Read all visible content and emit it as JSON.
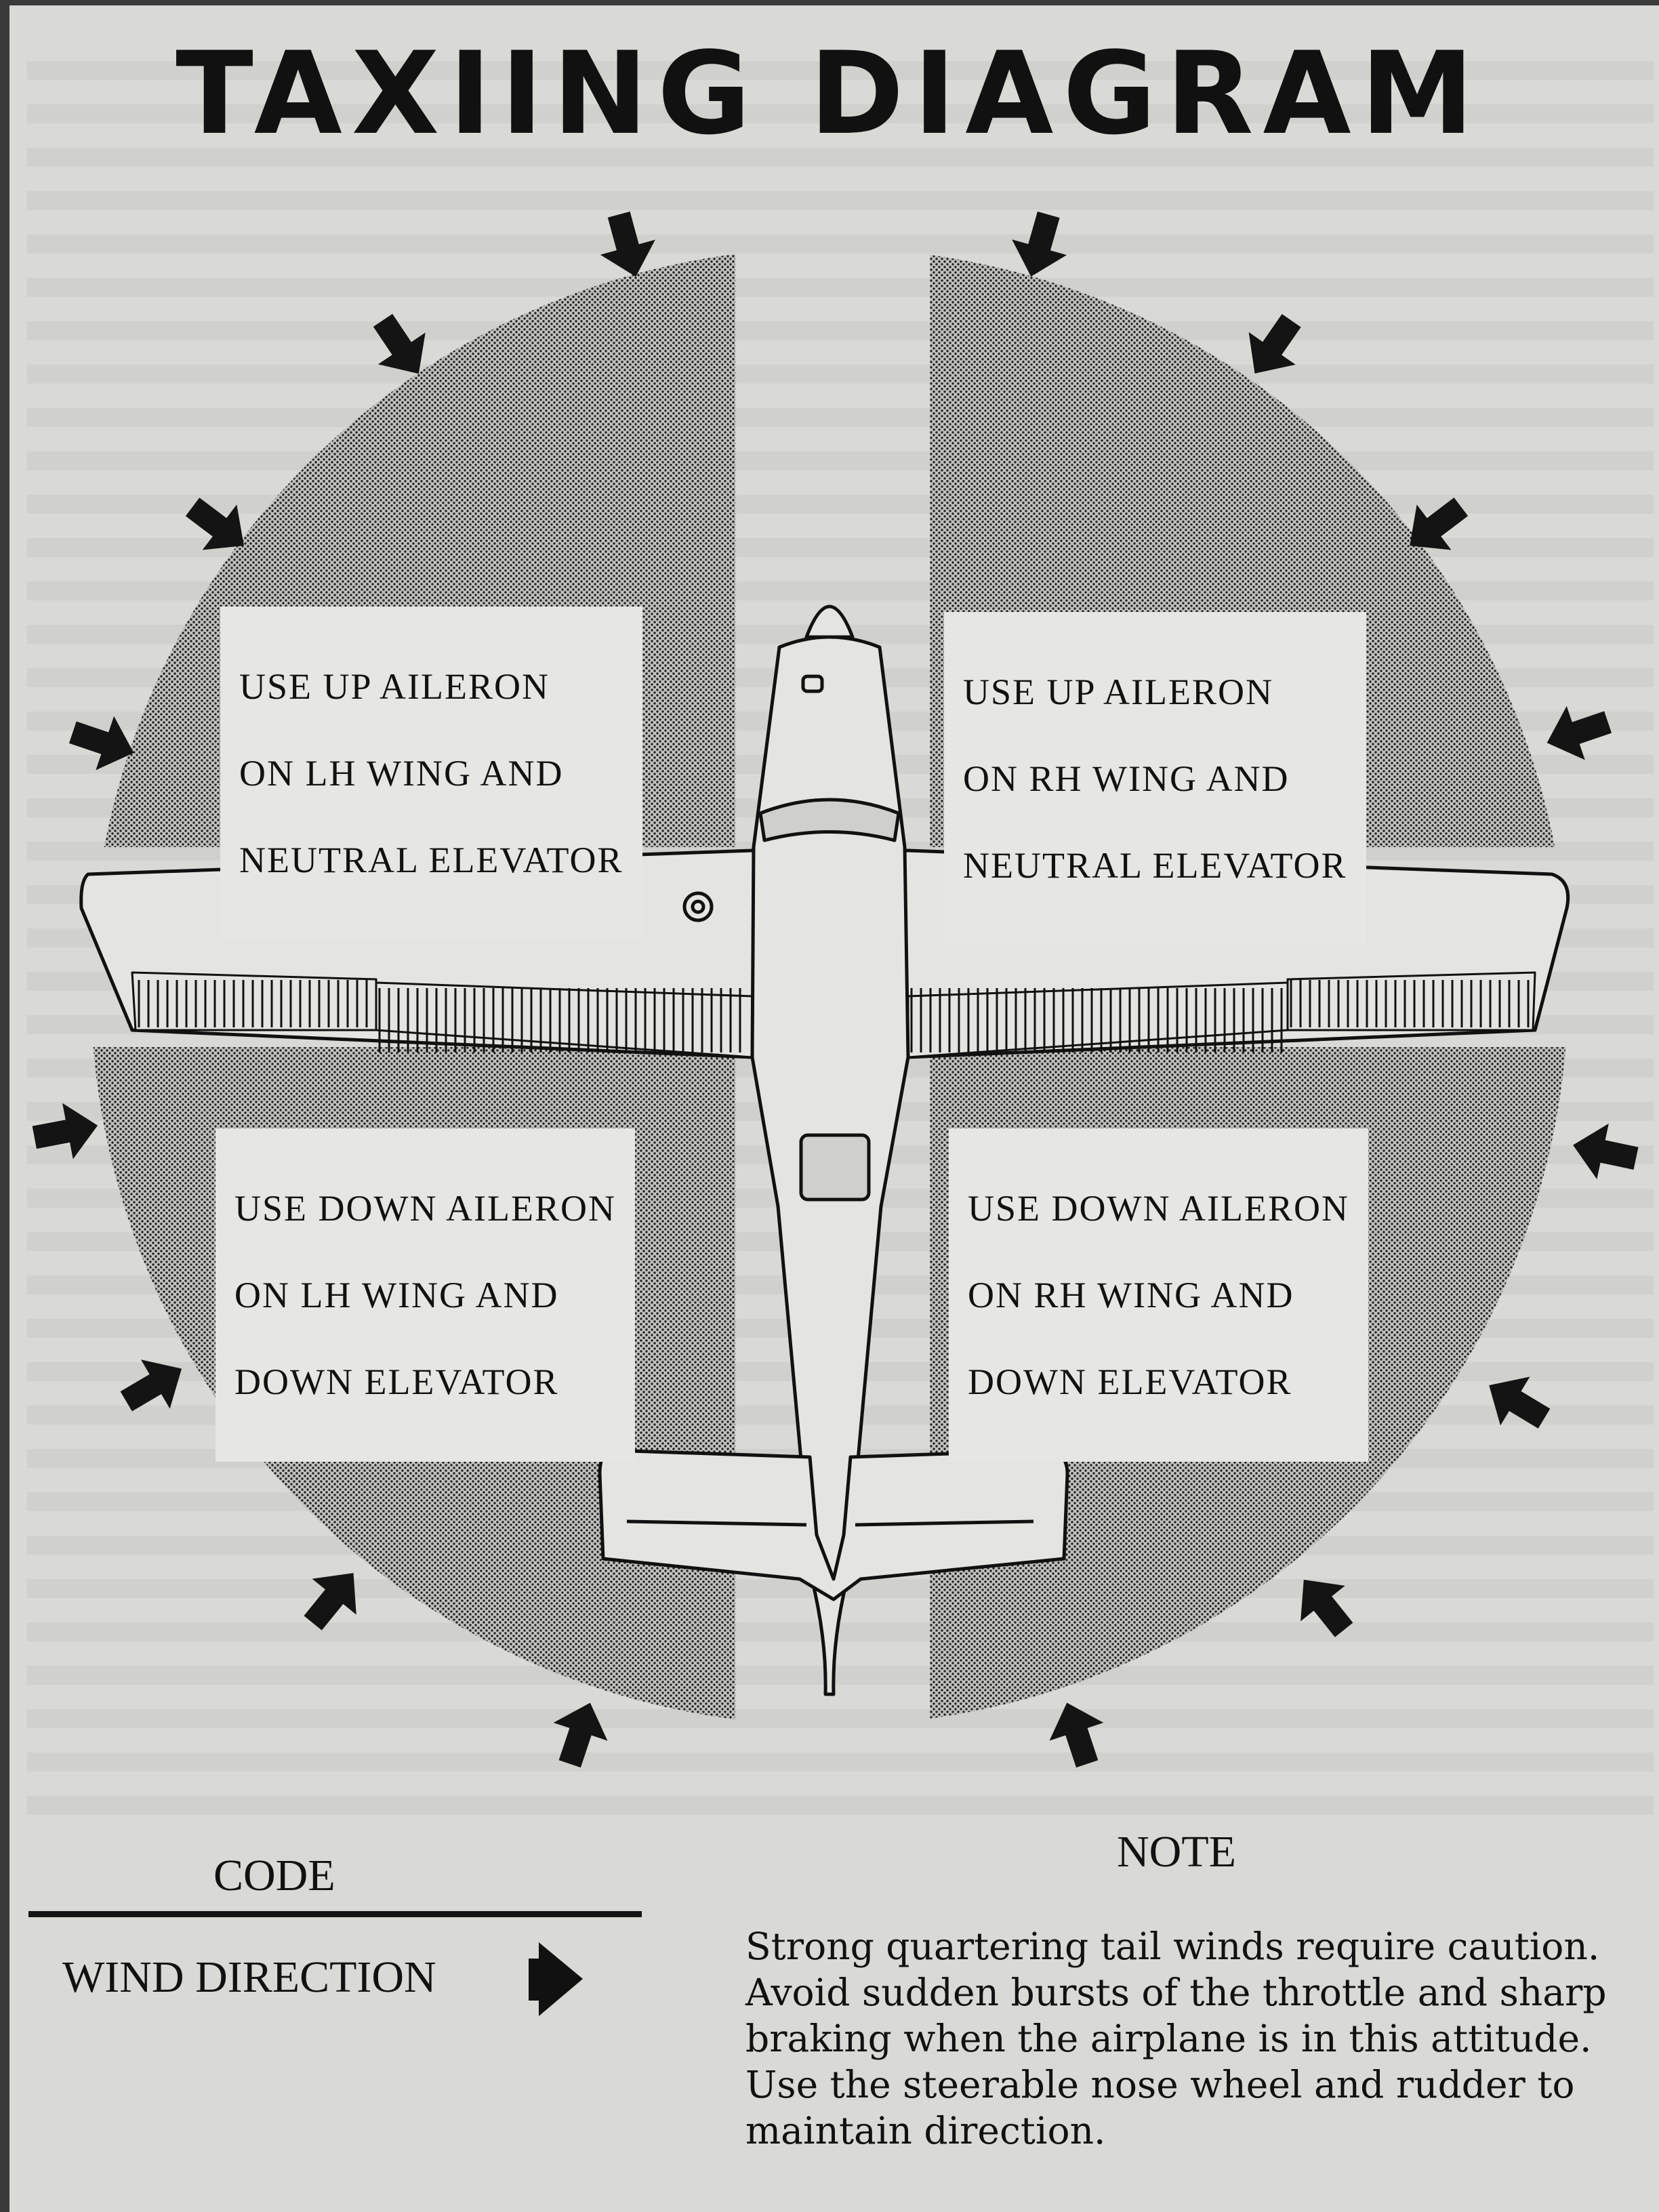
{
  "title": "TAXIING DIAGRAM",
  "quadrants": {
    "upper_left": [
      "USE UP AILERON",
      "ON LH WING AND",
      "NEUTRAL ELEVATOR"
    ],
    "upper_right": [
      "USE UP AILERON",
      "ON RH WING AND",
      "NEUTRAL ELEVATOR"
    ],
    "lower_left": [
      "USE DOWN AILERON",
      "ON LH WING AND",
      "DOWN ELEVATOR"
    ],
    "lower_right": [
      "USE DOWN AILERON",
      "ON RH WING AND",
      "DOWN ELEVATOR"
    ]
  },
  "code": {
    "title": "CODE",
    "wind_direction_label": "WIND DIRECTION"
  },
  "note": {
    "title": "NOTE",
    "lines": [
      "Strong quartering tail winds require caution.",
      "Avoid sudden bursts of the throttle and sharp",
      "braking when the airplane is in this attitude.",
      "Use the steerable nose wheel and rudder to",
      "maintain direction."
    ]
  },
  "icons": {
    "wind_arrow": "wind-direction-arrow-icon",
    "airplane": "airplane-top-view-icon"
  },
  "colors": {
    "paper": "#d9d9d6",
    "ink": "#111111"
  }
}
